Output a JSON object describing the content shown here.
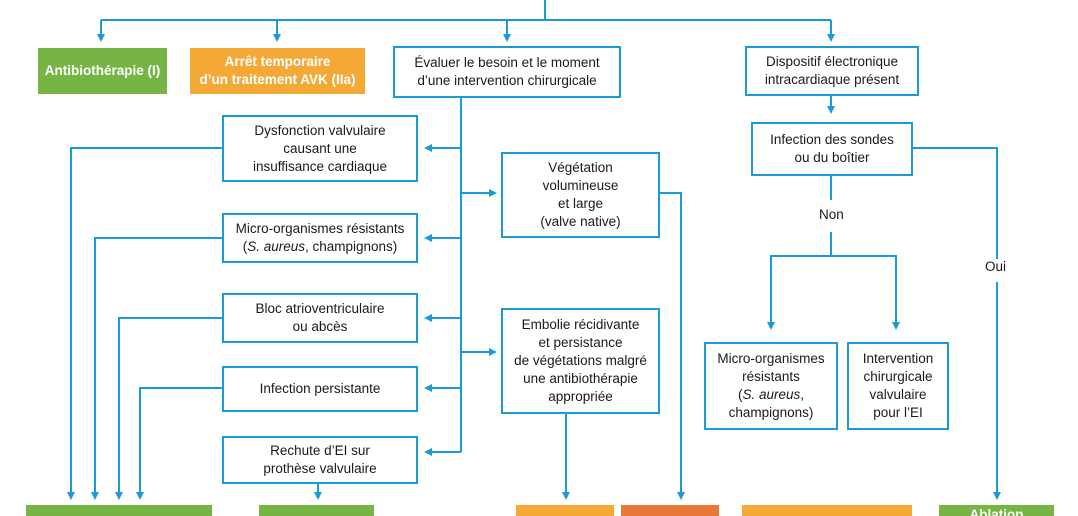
{
  "colors": {
    "line": "#1a9ad6",
    "green": "#76b544",
    "orange": "#f4a937",
    "dark_orange": "#e8793a"
  },
  "top_actions": {
    "antibiotherapie": "Antibiothérapie (I)",
    "arret_avk_l1": "Arrêt temporaire",
    "arret_avk_l2": "d’un traitement AVK (IIa)"
  },
  "surgery": {
    "evaluer_l1": "Évaluer le besoin et le moment",
    "evaluer_l2": "d’une intervention chirurgicale",
    "left_boxes": {
      "dysfonction_l1": "Dysfonction valvulaire",
      "dysfonction_l2": "causant une",
      "dysfonction_l3": "insuffisance cardiaque",
      "micro_l1": "Micro-organismes résistants",
      "micro_l2_italic": "S. aureus",
      "micro_l2_rest": ", champignons)",
      "micro_l2_open": "(",
      "bloc_l1": "Bloc atrioventriculaire",
      "bloc_l2": "ou abcès",
      "infection": "Infection persistante",
      "rechute_l1": "Rechute d’EI sur",
      "rechute_l2": "prothèse valvulaire"
    },
    "right_boxes": {
      "vegetation_l1": "Végétation",
      "vegetation_l2": "volumineuse",
      "vegetation_l3": "et large",
      "vegetation_l4": "(valve native)",
      "embolie_l1": "Embolie récidivante",
      "embolie_l2": "et persistance",
      "embolie_l3": "de végétations malgré",
      "embolie_l4": "une antibiothérapie",
      "embolie_l5": "appropriée"
    }
  },
  "device": {
    "dispositif_l1": "Dispositif électronique",
    "dispositif_l2": "intracardiaque présent",
    "infection_l1": "Infection des sondes",
    "infection_l2": "ou du boîtier",
    "non_label": "Non",
    "oui_label": "Oui",
    "micro_l1": "Micro-organismes",
    "micro_l2": "résistants",
    "micro_l3_open": "(",
    "micro_l3_italic": "S. aureus",
    "micro_l3_rest": ",",
    "micro_l4": "champignons)",
    "intervention_l1": "Intervention",
    "intervention_l2": "chirurgicale",
    "intervention_l3": "valvulaire",
    "intervention_l4": "pour l’EI"
  },
  "bottom_partial": {
    "ablation": "Ablation"
  }
}
